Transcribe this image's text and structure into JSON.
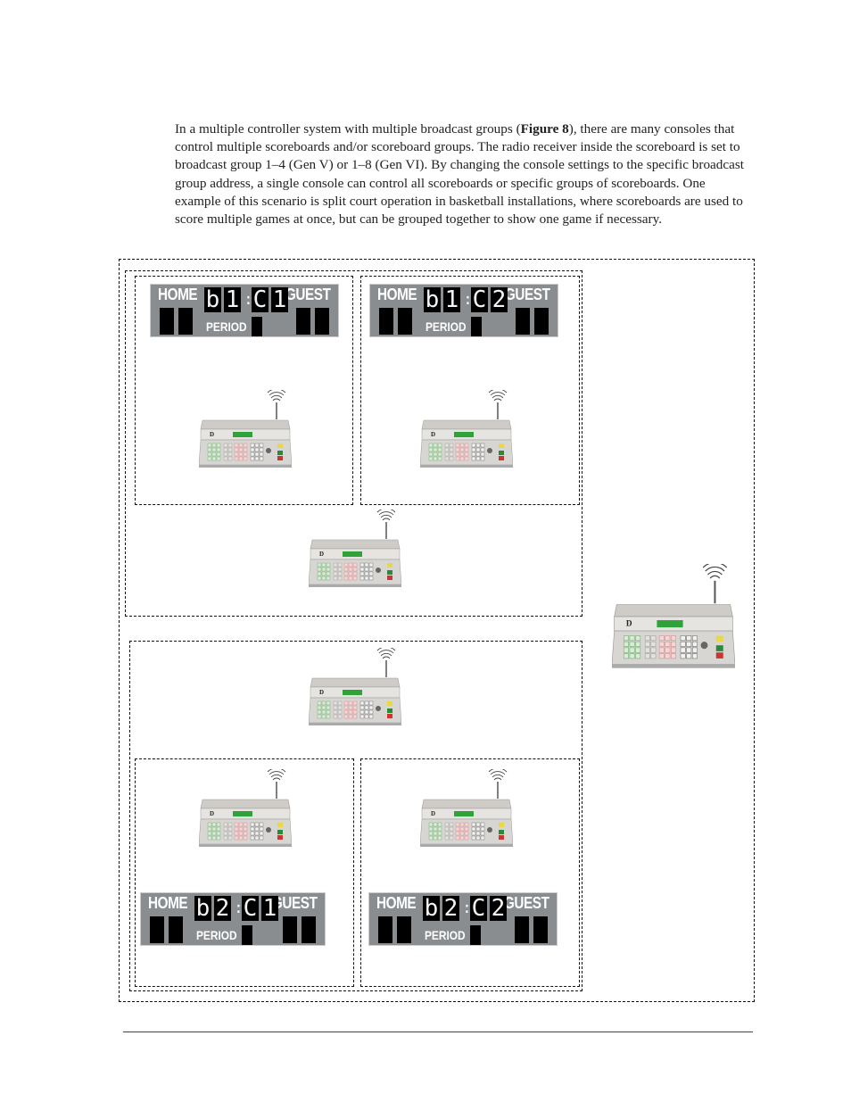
{
  "paragraph": {
    "text_before": "In a multiple controller system with multiple broadcast groups (",
    "bold": "Figure 8",
    "text_after": "), there are many consoles that control multiple scoreboards and/or scoreboard groups. The radio receiver inside the scoreboard is set to broadcast group 1–4 (Gen V) or 1–8 (Gen VI). By changing the console settings to the specific broadcast group address, a single console can control all scoreboards or specific groups of scoreboards. One example of this scenario is split court operation in basketball installations, where scoreboards are used to score multiple games at once, but can be grouped together to show one game if necessary."
  },
  "figure": {
    "scoreboards": [
      {
        "home": "HOME",
        "guest": "GUEST",
        "period": "PERIOD",
        "display": [
          "b",
          "1",
          ":",
          "C",
          "1"
        ]
      },
      {
        "home": "HOME",
        "guest": "GUEST",
        "period": "PERIOD",
        "display": [
          "b",
          "1",
          ":",
          "C",
          "2"
        ]
      },
      {
        "home": "HOME",
        "guest": "GUEST",
        "period": "PERIOD",
        "display": [
          "b",
          "2",
          ":",
          "C",
          "1"
        ]
      },
      {
        "home": "HOME",
        "guest": "GUEST",
        "period": "PERIOD",
        "display": [
          "b",
          "2",
          ":",
          "C",
          "2"
        ]
      }
    ],
    "console_count": 7,
    "console_icon": "wireless-console-with-antenna",
    "colors": {
      "scoreboard_face": "#8a8d90",
      "console_body": "#d8d6d2",
      "console_display": "#2fa33a"
    }
  }
}
